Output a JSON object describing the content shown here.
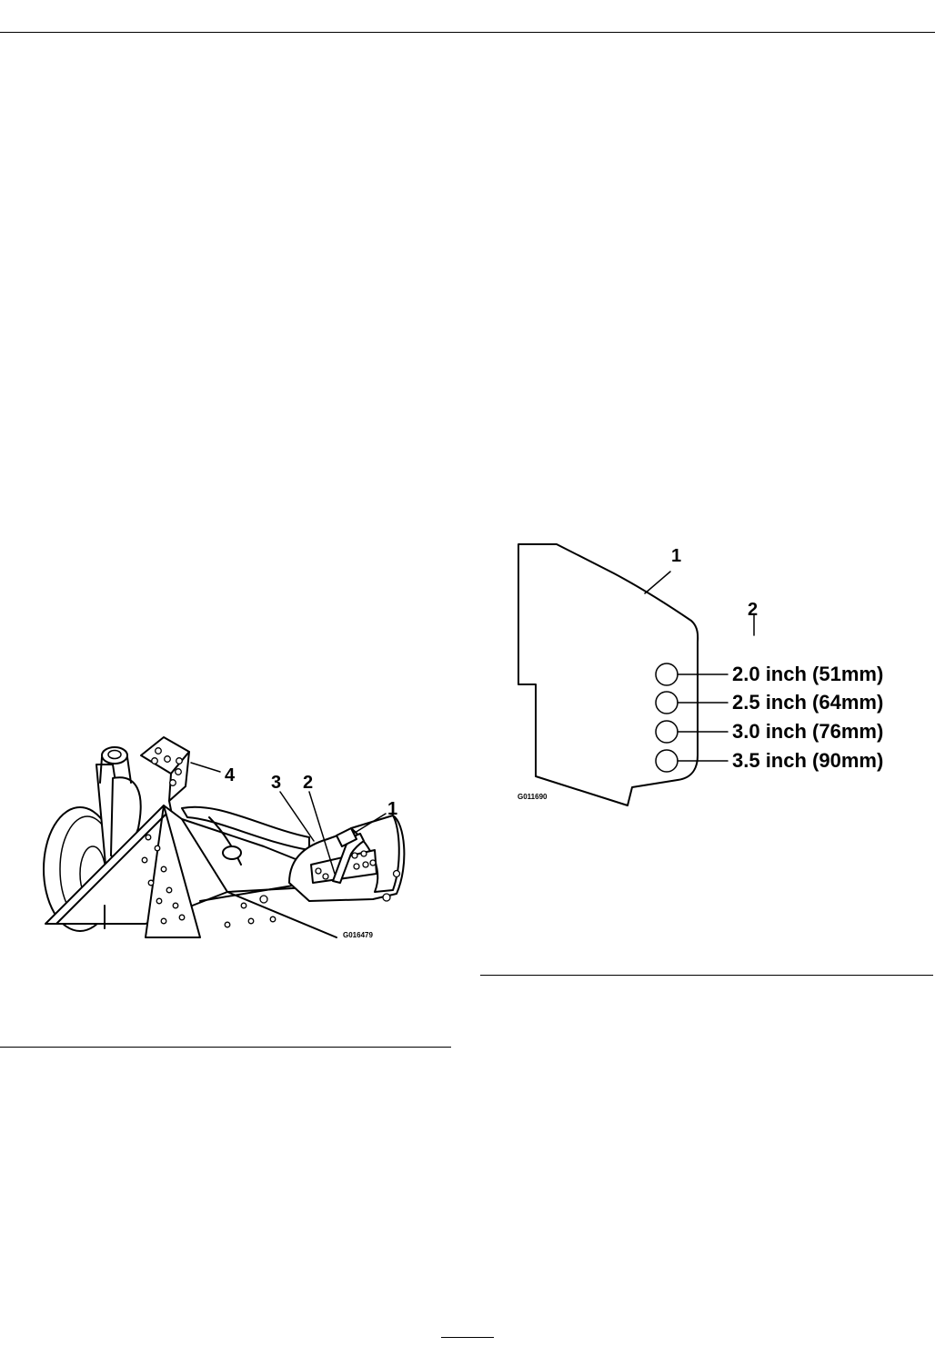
{
  "figures": {
    "left": {
      "id": "G016479",
      "callouts": [
        "1",
        "2",
        "3",
        "4"
      ]
    },
    "right": {
      "id": "G011690",
      "callouts": [
        "1",
        "2"
      ],
      "heights": [
        "2.0 inch (51mm)",
        "2.5 inch (64mm)",
        "3.0 inch (76mm)",
        "3.5 inch (90mm)"
      ]
    }
  },
  "colors": {
    "ink": "#000000",
    "paper": "#ffffff"
  }
}
